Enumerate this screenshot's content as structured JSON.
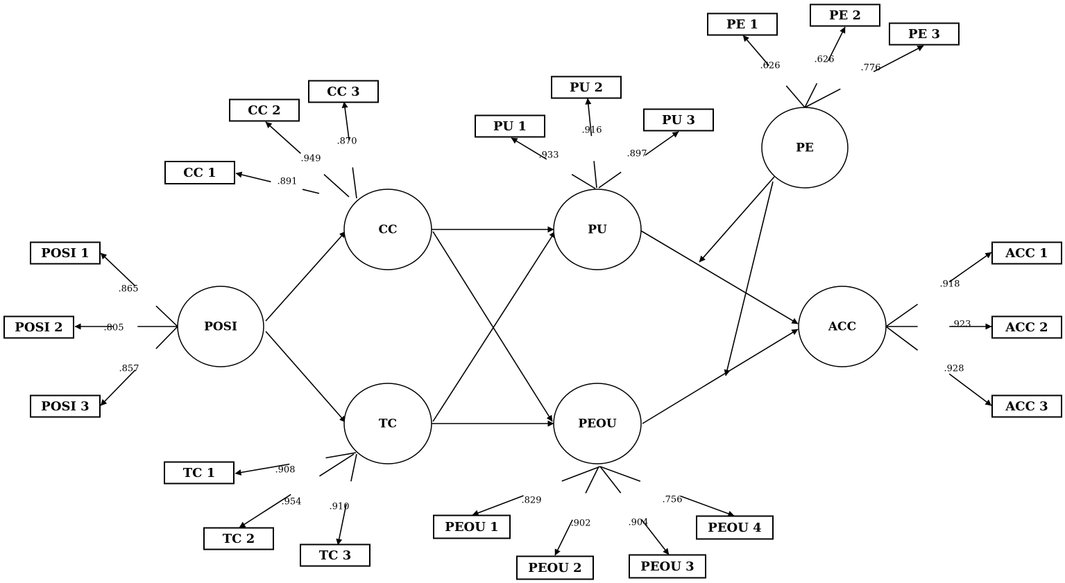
{
  "constructs": [
    {
      "id": "POSI",
      "label": "POSI"
    },
    {
      "id": "CC",
      "label": "CC"
    },
    {
      "id": "TC",
      "label": "TC"
    },
    {
      "id": "PU",
      "label": "PU"
    },
    {
      "id": "PEOU",
      "label": "PEOU"
    },
    {
      "id": "PE",
      "label": "PE"
    },
    {
      "id": "ACC",
      "label": "ACC"
    }
  ],
  "indicators": [
    {
      "id": "POSI1",
      "label": "POSI 1",
      "construct": "POSI",
      "loading": ".865"
    },
    {
      "id": "POSI2",
      "label": "POSI 2",
      "construct": "POSI",
      "loading": ".805"
    },
    {
      "id": "POSI3",
      "label": "POSI 3",
      "construct": "POSI",
      "loading": ".857"
    },
    {
      "id": "CC1",
      "label": "CC 1",
      "construct": "CC",
      "loading": ".891"
    },
    {
      "id": "CC2",
      "label": "CC 2",
      "construct": "CC",
      "loading": ".949"
    },
    {
      "id": "CC3",
      "label": "CC 3",
      "construct": "CC",
      "loading": ".870"
    },
    {
      "id": "TC1",
      "label": "TC 1",
      "construct": "TC",
      "loading": ".908"
    },
    {
      "id": "TC2",
      "label": "TC 2",
      "construct": "TC",
      "loading": ".954"
    },
    {
      "id": "TC3",
      "label": "TC 3",
      "construct": "TC",
      "loading": ".910"
    },
    {
      "id": "PU1",
      "label": "PU 1",
      "construct": "PU",
      "loading": ".933"
    },
    {
      "id": "PU2",
      "label": "PU 2",
      "construct": "PU",
      "loading": ".916"
    },
    {
      "id": "PU3",
      "label": "PU 3",
      "construct": "PU",
      "loading": ".897"
    },
    {
      "id": "PE1",
      "label": "PE 1",
      "construct": "PE",
      "loading": ".626"
    },
    {
      "id": "PE2",
      "label": "PE 2",
      "construct": "PE",
      "loading": ".626"
    },
    {
      "id": "PE3",
      "label": "PE 3",
      "construct": "PE",
      "loading": ".776"
    },
    {
      "id": "PEOU1",
      "label": "PEOU 1",
      "construct": "PEOU",
      "loading": ".829"
    },
    {
      "id": "PEOU2",
      "label": "PEOU 2",
      "construct": "PEOU",
      "loading": ".902"
    },
    {
      "id": "PEOU3",
      "label": "PEOU 3",
      "construct": "PEOU",
      "loading": ".904"
    },
    {
      "id": "PEOU4",
      "label": "PEOU 4",
      "construct": "PEOU",
      "loading": ".756"
    },
    {
      "id": "ACC1",
      "label": "ACC 1",
      "construct": "ACC",
      "loading": ".918"
    },
    {
      "id": "ACC2",
      "label": "ACC 2",
      "construct": "ACC",
      "loading": ".923"
    },
    {
      "id": "ACC3",
      "label": "ACC 3",
      "construct": "ACC",
      "loading": ".928"
    }
  ],
  "paths": [
    {
      "from": "POSI",
      "to": "CC"
    },
    {
      "from": "POSI",
      "to": "TC"
    },
    {
      "from": "CC",
      "to": "PU"
    },
    {
      "from": "CC",
      "to": "PEOU"
    },
    {
      "from": "TC",
      "to": "PU"
    },
    {
      "from": "TC",
      "to": "PEOU"
    },
    {
      "from": "PU",
      "to": "ACC"
    },
    {
      "from": "PEOU",
      "to": "ACC"
    },
    {
      "from": "PE",
      "to": "PU-ACC",
      "type": "moderation"
    },
    {
      "from": "PE",
      "to": "PEOU-ACC",
      "type": "moderation"
    }
  ]
}
